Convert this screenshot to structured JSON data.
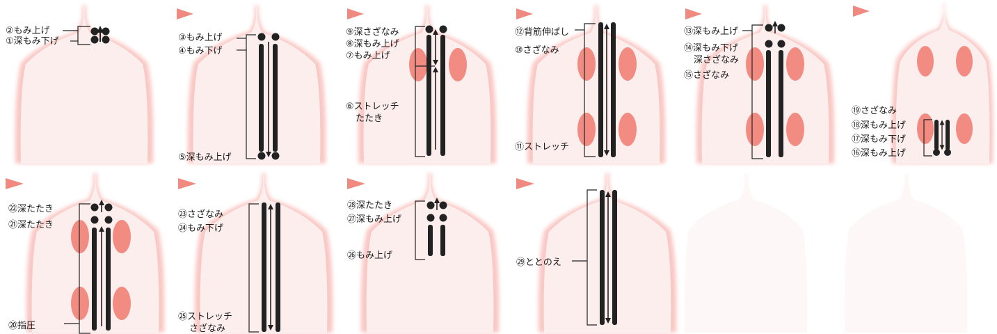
{
  "panels": [
    {
      "id": "p1",
      "arrow": false,
      "cols": 1,
      "backMarks": false,
      "labels": [
        "②もみ上げ",
        "①深もみ下げ"
      ]
    },
    {
      "id": "p2",
      "arrow": true,
      "cols": 2,
      "backMarks": false,
      "labels": [
        "③もみ上げ",
        "④もみ下げ",
        "⑤深もみ上げ"
      ]
    },
    {
      "id": "p3",
      "arrow": true,
      "cols": 3,
      "backMarks": true,
      "labels": [
        "⑨深さざなみ",
        "⑧深もみ上げ",
        "⑦もみ上げ",
        "⑥ストレッチ",
        "たたき"
      ]
    },
    {
      "id": "p4",
      "arrow": true,
      "cols": 4,
      "backMarks": true,
      "labels": [
        "⑫背筋伸ばし",
        "⑩さざなみ",
        "⑪ストレッチ"
      ]
    },
    {
      "id": "p5",
      "arrow": true,
      "cols": 5,
      "backMarks": true,
      "labels": [
        "⑬深もみ上げ",
        "⑭深もみ下げ",
        "深さざなみ",
        "⑮さざなみ"
      ]
    },
    {
      "id": "p6",
      "arrow": true,
      "cols": 6,
      "backMarks": true,
      "labels": [
        "⑲さざなみ",
        "⑱深もみ上げ",
        "⑰深もみ下げ",
        "⑯深もみ上げ"
      ]
    },
    {
      "id": "p7",
      "arrow": true,
      "cols": 7,
      "backMarks": true,
      "labels": [
        "㉒深たたき",
        "㉑深たたき",
        "⑳指圧"
      ]
    },
    {
      "id": "p8",
      "arrow": true,
      "cols": 8,
      "backMarks": false,
      "labels": [
        "㉓さざなみ",
        "㉔もみ下げ",
        "㉕ストレッチ",
        "さざなみ"
      ]
    },
    {
      "id": "p9",
      "arrow": true,
      "cols": 9,
      "backMarks": false,
      "labels": [
        "㉘深たたき",
        "㉗深もみ上げ",
        "㉖もみ上げ"
      ]
    },
    {
      "id": "p10",
      "arrow": true,
      "cols": 10,
      "backMarks": false,
      "labels": [
        "㉙ととのえ"
      ]
    }
  ],
  "colors": {
    "body_fill": "#fdeeee",
    "body_glow": "#f6b3b0",
    "accent": "#f08a80",
    "muscle": "#f07a70",
    "ink": "#222222"
  }
}
